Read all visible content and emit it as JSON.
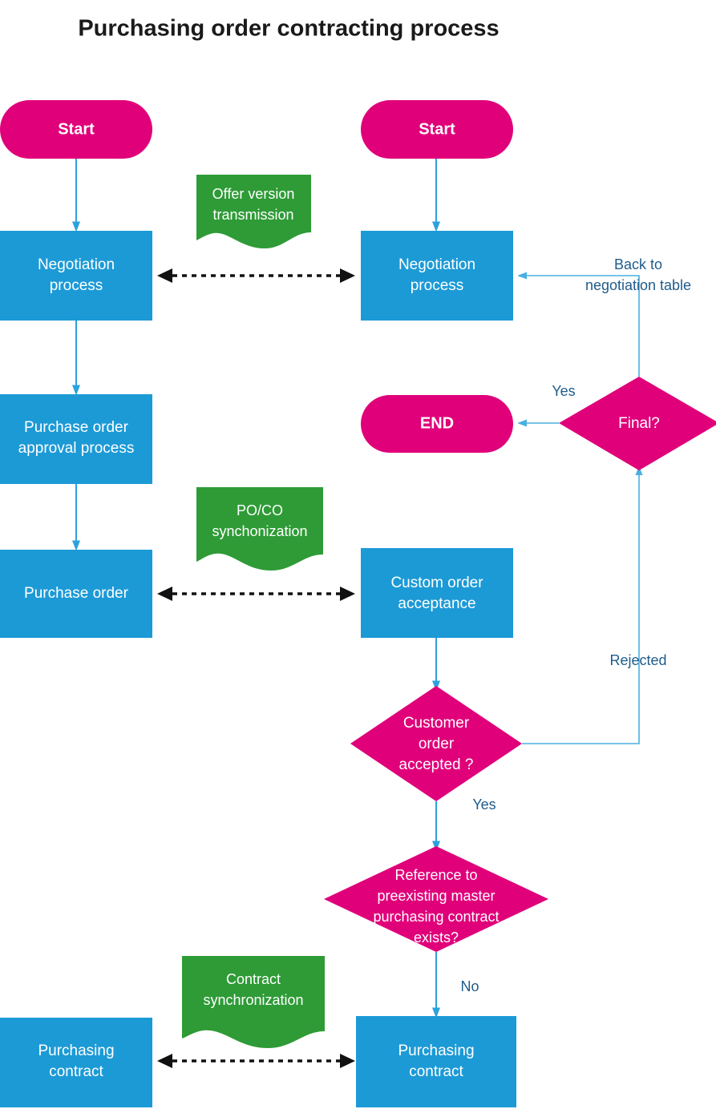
{
  "diagram": {
    "title": "Purchasing order contracting process",
    "colors": {
      "pink": "#e0007a",
      "blue": "#1c9ad6",
      "green": "#2e9b36",
      "connector": "#2ba2dd",
      "label_text": "#1f5c8b",
      "dashed_connector": "#111111",
      "node_text": "#ffffff",
      "title_text": "#1a1a1a",
      "background": "#ffffff"
    },
    "nodes": {
      "start_left": {
        "label": "Start",
        "shape": "terminator",
        "color": "pink"
      },
      "start_right": {
        "label": "Start",
        "shape": "terminator",
        "color": "pink"
      },
      "negotiation_left_line1": "Negotiation",
      "negotiation_left_line2": "process",
      "negotiation_right_line1": "Negotiation",
      "negotiation_right_line2": "process",
      "po_approval_line1": "Purchase order",
      "po_approval_line2": "approval process",
      "purchase_order": "Purchase order",
      "custom_order_line1": "Custom order",
      "custom_order_line2": "acceptance",
      "end": {
        "label": "END",
        "shape": "terminator",
        "color": "pink"
      },
      "final_decision": {
        "label": "Final?",
        "shape": "decision",
        "color": "pink"
      },
      "customer_accepted": {
        "shape": "decision",
        "color": "pink",
        "lines": [
          "Customer",
          "order",
          "accepted ?"
        ]
      },
      "reference_master": {
        "shape": "decision",
        "color": "pink",
        "lines": [
          "Reference to",
          "preexisting master",
          "purchasing contract",
          "exists?"
        ]
      },
      "purchasing_contract_left_line1": "Purchasing",
      "purchasing_contract_left_line2": "contract",
      "purchasing_contract_right_line1": "Purchasing",
      "purchasing_contract_right_line2": "contract",
      "doc_offer_line1": "Offer version",
      "doc_offer_line2": "transmission",
      "doc_poco_line1": "PO/CO",
      "doc_poco_line2": "synchonization",
      "doc_contract_line1": "Contract",
      "doc_contract_line2": "synchronization"
    },
    "edge_labels": {
      "back_to_negotiation_line1": "Back to",
      "back_to_negotiation_line2": "negotiation table",
      "yes_final": "Yes",
      "rejected": "Rejected",
      "yes_customer": "Yes",
      "no_reference": "No"
    }
  }
}
